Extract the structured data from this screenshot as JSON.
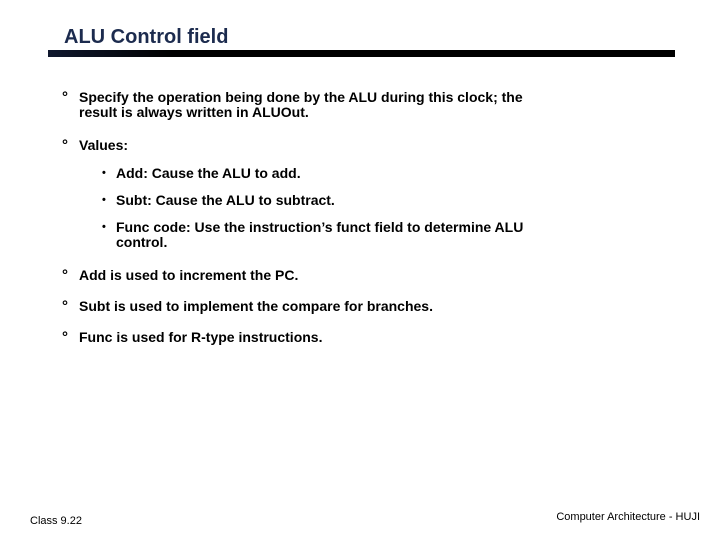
{
  "slide": {
    "title": "ALU Control field",
    "colors": {
      "title": "#1c2b4e",
      "rule": "#000000",
      "body_text": "#000000",
      "background": "#ffffff"
    },
    "bullet_glyphs": {
      "level1": "°",
      "level2": "•"
    },
    "content": {
      "items": [
        {
          "level": 1,
          "text": "Specify the operation being done by the ALU during this clock; the\nresult is always written in ALUOut."
        },
        {
          "level": 1,
          "text": "Values:"
        },
        {
          "level": 2,
          "text": "Add: Cause the ALU to add."
        },
        {
          "level": 2,
          "text": "Subt: Cause the ALU to subtract."
        },
        {
          "level": 2,
          "text": "Func code: Use the instruction’s funct field to determine ALU\ncontrol."
        },
        {
          "level": 1,
          "text": "Add is used to increment the PC."
        },
        {
          "level": 1,
          "text": "Subt is used to implement the compare for branches."
        },
        {
          "level": 1,
          "text": "Func is used for R-type instructions."
        }
      ]
    },
    "footer": {
      "left": "Class 9.22",
      "right": "Computer Architecture - HUJI"
    }
  }
}
